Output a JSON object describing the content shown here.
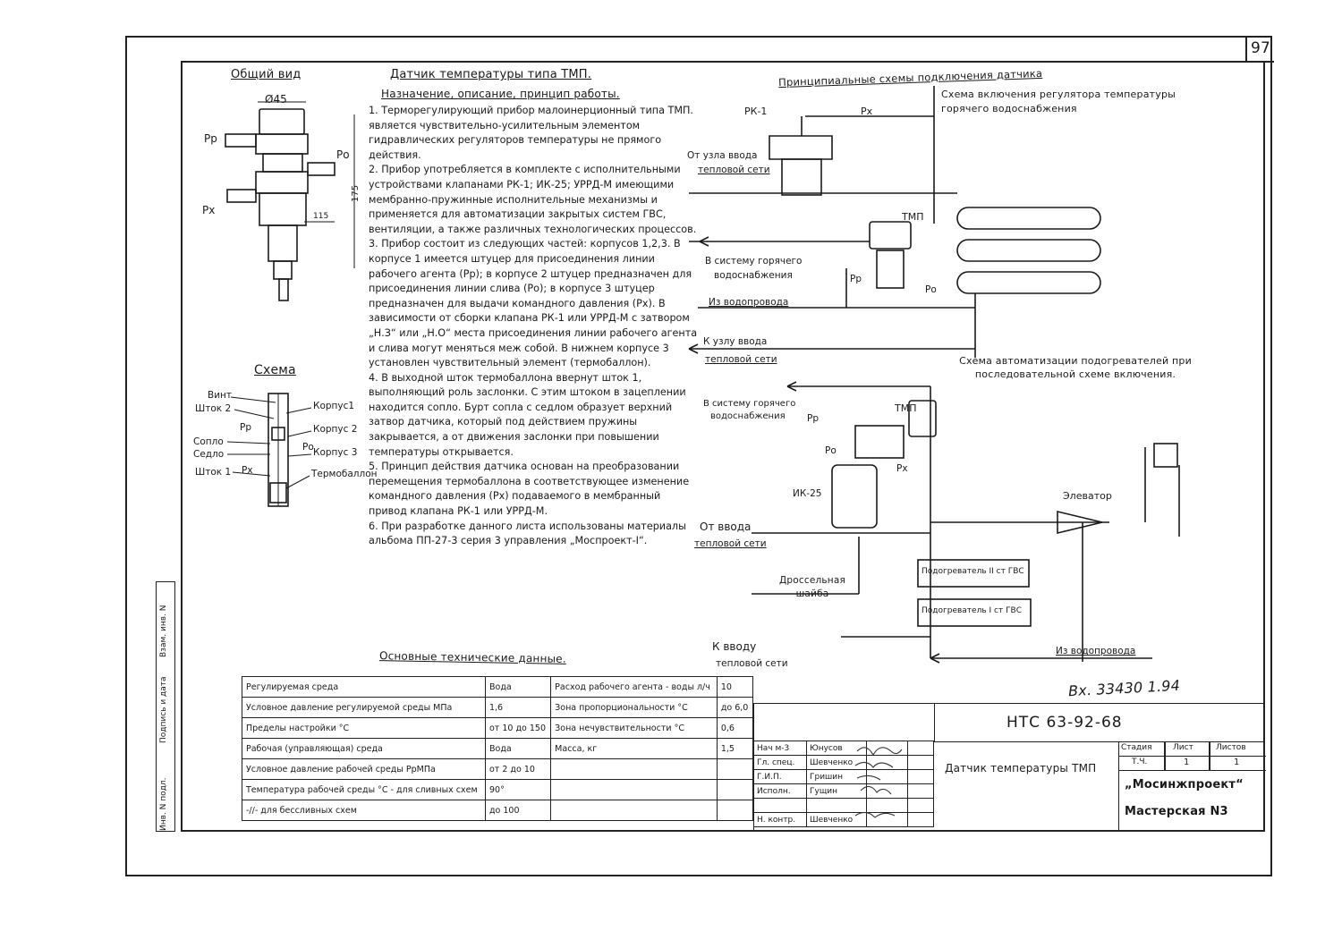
{
  "sheet": {
    "number": "97"
  },
  "general_view": {
    "title": "Общий вид",
    "dim_45": "Ø45",
    "dim_175": "175",
    "dim_115": "115",
    "pr": "Pр",
    "po": "Pо",
    "px": "Px"
  },
  "schema": {
    "title": "Схема",
    "labels": {
      "vint": "Винт",
      "shtok2": "Шток 2",
      "soplo": "Сопло",
      "sedlo": "Седло",
      "shtok1": "Шток 1",
      "korpus1": "Корпус1",
      "korpus2": "Корпус 2",
      "korpus3": "Корпус 3",
      "termoballon": "Термобаллон",
      "pr": "Pр",
      "po": "Pо",
      "px": "Px"
    }
  },
  "description": {
    "title": "Датчик температуры типа ТМП.",
    "subtitle": "Назначение, описание, принцип работы.",
    "paragraphs": [
      "1. Терморегулирующий прибор малоинерционный типа ТМП. является чувствительно-усилительным элементом гидравлических регуляторов температуры не прямого действия.",
      "2. Прибор употребляется в комплекте с исполнительными устройствами клапанами РК-1; ИК-25; УРРД-М имеющими мембранно-пружинные исполнительные механизмы и применяется для автоматизации закрытых систем ГВС, вентиляции, а также различных технологических процессов.",
      "3. Прибор состоит из следующих частей: корпусов 1,2,3. В корпусе 1 имеется штуцер для присоединения линии рабочего агента (Pр); в корпусе 2 штуцер предназначен для присоединения линии слива (Pо); в корпусе 3 штуцер предназначен для выдачи командного давления (Px). В зависимости от сборки клапана РК-1 или УРРД-М с затвором „Н.З“ или „Н.О“ места присоединения линии рабочего агента и слива могут меняться меж собой. В нижнем корпусе 3 установлен чувствительный элемент (термобаллон).",
      "4. В выходной шток термобаллона ввернут шток 1, выполняющий роль заслонки. С этим штоком в зацеплении находится сопло. Бурт сопла с седлом образует верхний затвор датчика, который под действием пружины закрывается, а от движения заслонки при повышении температуры открывается.",
      "5. Принцип действия датчика основан на преобразовании перемещения термобаллона в соответствующее изменение командного давления (Px) подаваемого в мембранный привод клапана РК-1 или УРРД-М.",
      "6. При разработке данного листа использованы материалы альбома ПП-27-3 серия 3 управления „Моспроект-I“."
    ]
  },
  "diagrams": {
    "header": "Принципиальные схемы подключения датчика",
    "scheme1_title": "Схема включения регулятора температуры горячего водоснабжения",
    "scheme2_title": "Схема автоматизации подогревателей при последовательной схеме включения.",
    "labels": {
      "rk1": "РК-1",
      "px1": "Px",
      "tmp1": "ТМП",
      "pr1": "Pр",
      "po1": "Pо",
      "from_node": "От узла ввода",
      "heat_net1": "тепловой сети",
      "to_hot1": "В систему горячего",
      "water1": "водоснабжения",
      "from_pipe1": "Из водопровода",
      "to_node": "К узлу ввода",
      "heat_net2": "тепловой сети",
      "to_hot2": "В систему горячего",
      "water2": "водоснабжения",
      "pr2": "Pр",
      "tmp2": "ТМП",
      "po2": "Pо",
      "px2": "Px",
      "ik25": "ИК-25",
      "from_input": "От ввода",
      "heat_net3": "тепловой сети",
      "elevator": "Элеватор",
      "throttle": "Дроссельная шайба",
      "heater2": "Подогреватель II ст ГВС",
      "heater1": "Подогреватель I ст ГВС",
      "to_input": "К вводу",
      "heat_net4": "тепловой сети",
      "from_pipe2": "Из водопровода"
    }
  },
  "tech": {
    "title": "Основные технические данные.",
    "rows": [
      {
        "c1": "Регулируемая среда",
        "c2": "Вода",
        "c3": "Расход рабочего агента - воды л/ч",
        "c4": "10"
      },
      {
        "c1": "Условное давление регулируемой среды МПа",
        "c2": "1,6",
        "c3": "Зона пропорциональности °С",
        "c4": "до 6,0"
      },
      {
        "c1": "Пределы настройки °С",
        "c2": "от 10 до 150",
        "c3": "Зона нечувствительности °С",
        "c4": "0,6"
      },
      {
        "c1": "Рабочая (управляющая) среда",
        "c2": "Вода",
        "c3": "Масса, кг",
        "c4": "1,5"
      },
      {
        "c1": "Условное давление рабочей среды PрМПа",
        "c2": "от 2 до 10",
        "c3": "",
        "c4": ""
      },
      {
        "c1": "Температура рабочей среды °С - для сливных схем",
        "c2": "90°",
        "c3": "",
        "c4": ""
      },
      {
        "c1": "-//- для бессливных схем",
        "c2": "до 100",
        "c3": "",
        "c4": ""
      }
    ]
  },
  "stamp": {
    "handwritten_no": "Вх. 33430 1.94",
    "code": "НТС 63-92-68",
    "name": "Датчик температуры ТМП",
    "stage_h": "Стадия",
    "sheet_h": "Лист",
    "sheets_h": "Листов",
    "stage": "Т.Ч.",
    "sheet": "1",
    "sheets": "1",
    "org1": "„Мосинжпроект“",
    "org2": "Мастерская N3",
    "people": [
      {
        "role": "Нач м-3",
        "name": "Юнусов"
      },
      {
        "role": "Гл. спец.",
        "name": "Шевченко"
      },
      {
        "role": "Г.И.П.",
        "name": "Гришин"
      },
      {
        "role": "Исполн.",
        "name": "Гущин"
      },
      {
        "role": "",
        "name": ""
      },
      {
        "role": "Н. контр.",
        "name": "Шевченко"
      }
    ]
  },
  "side_strip": {
    "c1": "Инв. N подл.",
    "c2": "Подпись и дата",
    "c3": "Взам. инв. N"
  }
}
